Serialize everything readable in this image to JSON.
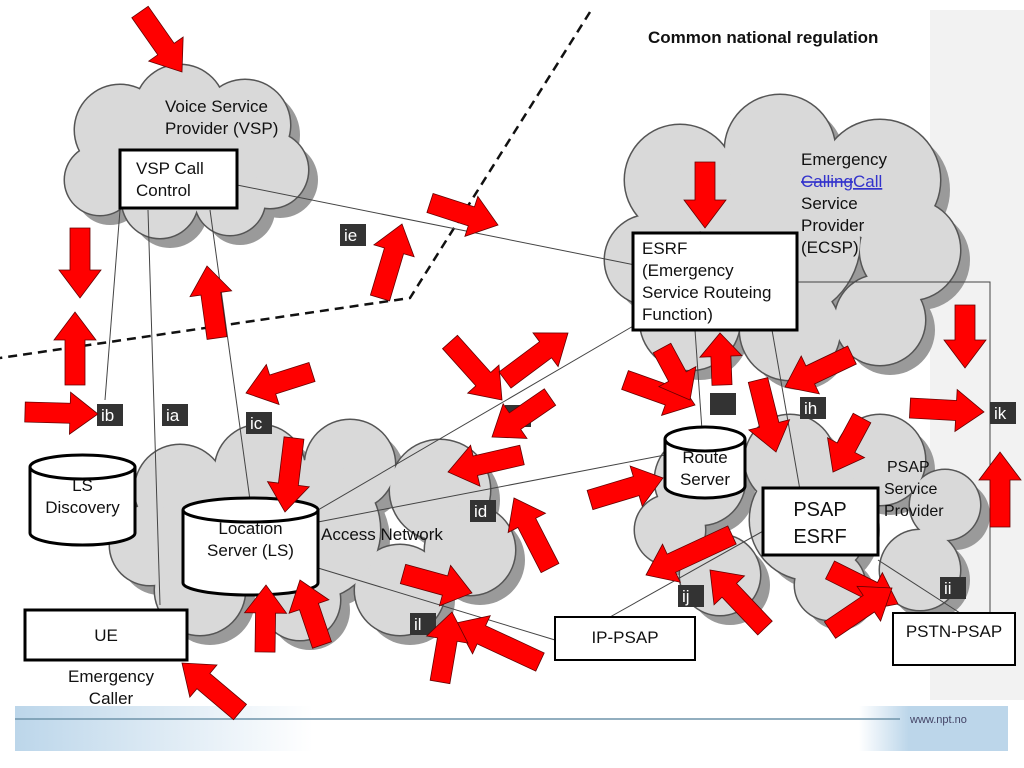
{
  "heading": "Common national regulation",
  "clouds": {
    "vsp": [
      "Voice  Service",
      "Provider (VSP)"
    ],
    "ecsp": {
      "line1": "Emergency",
      "struck": "Calling",
      "inserted": "Call",
      "line3": "Service",
      "line4": "Provider",
      "line5": "(ECSP)"
    },
    "access": "Access Network",
    "psap_sp": [
      "PSAP",
      "Service",
      "Provider"
    ]
  },
  "boxes": {
    "vsp_call_control": [
      "VSP Call",
      "Control"
    ],
    "esrf": [
      "ESRF",
      "(Emergency",
      "Service Routeing",
      "Function)"
    ],
    "psap_esrf": [
      "PSAP",
      "ESRF"
    ],
    "ue": "UE",
    "ip_psap": "IP-PSAP",
    "pstn_psap": "PSTN-PSAP"
  },
  "databases": {
    "ls_discovery": [
      "LS",
      "Discovery"
    ],
    "location_server": [
      "Location",
      "Server (LS)"
    ],
    "route_server": [
      "Route",
      "Server"
    ]
  },
  "caller": [
    "Emergency",
    "Caller"
  ],
  "interfaces": {
    "ie": "ie",
    "ib": "ib",
    "ia": "ia",
    "ic": "ic",
    "ih": "ih",
    "ik": "ik",
    "id": "id",
    "ij": "ij",
    "ii": "ii",
    "il": "il"
  },
  "footer": {
    "url": "www.npt.no"
  },
  "colors": {
    "arrow": "#ff0000",
    "cloud": "#d9d9d9",
    "label_bg": "#333333",
    "link": "#3333cc"
  }
}
